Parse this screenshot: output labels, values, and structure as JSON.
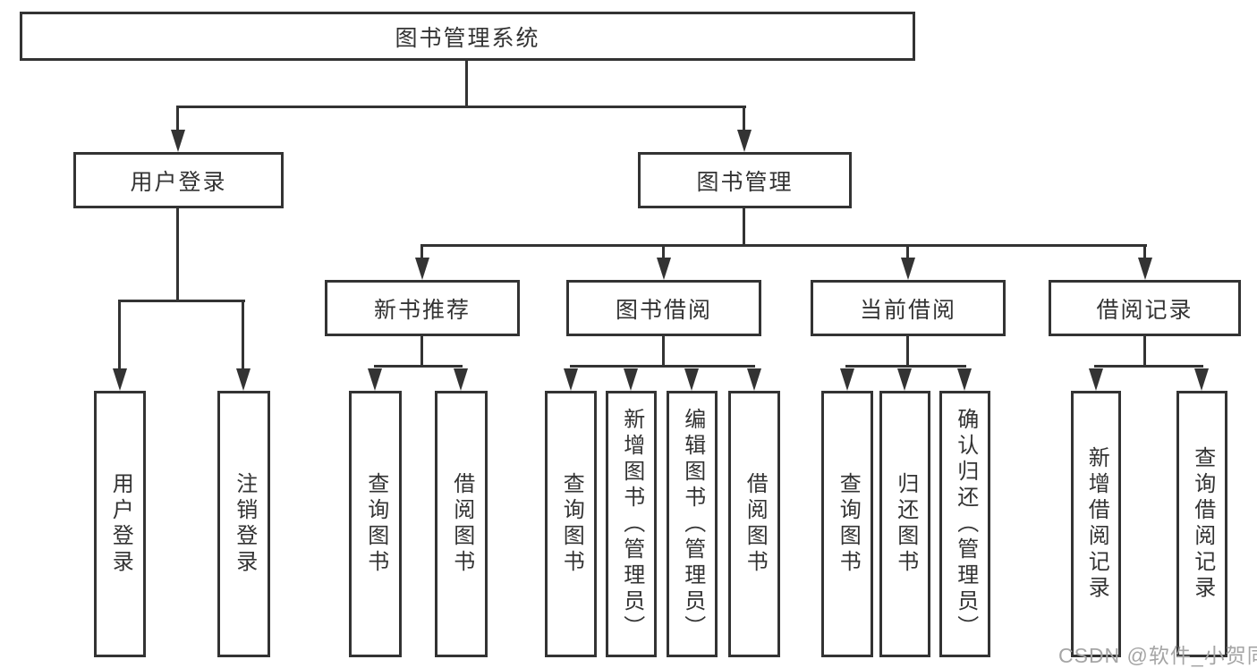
{
  "diagram": {
    "root": {
      "label": "图书管理系统"
    },
    "level2": [
      {
        "label": "用户登录"
      },
      {
        "label": "图书管理"
      }
    ],
    "level3": [
      {
        "label": "新书推荐"
      },
      {
        "label": "图书借阅"
      },
      {
        "label": "当前借阅"
      },
      {
        "label": "借阅记录"
      }
    ],
    "leaves": {
      "user_login": [
        {
          "label": "用户登录"
        },
        {
          "label": "注销登录"
        }
      ],
      "new_book": [
        {
          "label": "查询图书"
        },
        {
          "label": "借阅图书"
        }
      ],
      "book_borrow": [
        {
          "label": "查询图书"
        },
        {
          "label": "新增图书（管理员）"
        },
        {
          "label": "编辑图书（管理员）"
        },
        {
          "label": "借阅图书"
        }
      ],
      "current_borrow": [
        {
          "label": "查询图书"
        },
        {
          "label": "归还图书"
        },
        {
          "label": "确认归还（管理员）"
        }
      ],
      "borrow_record": [
        {
          "label": "新增借阅记录"
        },
        {
          "label": "查询借阅记录"
        }
      ]
    }
  },
  "watermark": {
    "text": "CSDN @软件_小贺同学"
  },
  "colors": {
    "line": "#333333",
    "text": "#333333",
    "background": "#ffffff",
    "watermark": "#a5a5a5"
  }
}
